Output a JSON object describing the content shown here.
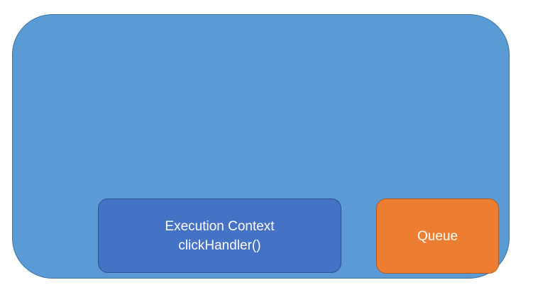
{
  "diagram": {
    "outer_container": {
      "fill_color": "#5B9BD5",
      "border_color": "#41719C"
    },
    "execution_context": {
      "label_line1": "Execution Context",
      "label_line2": "clickHandler()",
      "fill_color": "#4472C4",
      "border_color": "#2F528F",
      "text_color": "#FFFFFF"
    },
    "queue": {
      "label": "Queue",
      "fill_color": "#ED7D31",
      "border_color": "#AE5A21",
      "text_color": "#FFFFFF"
    }
  }
}
